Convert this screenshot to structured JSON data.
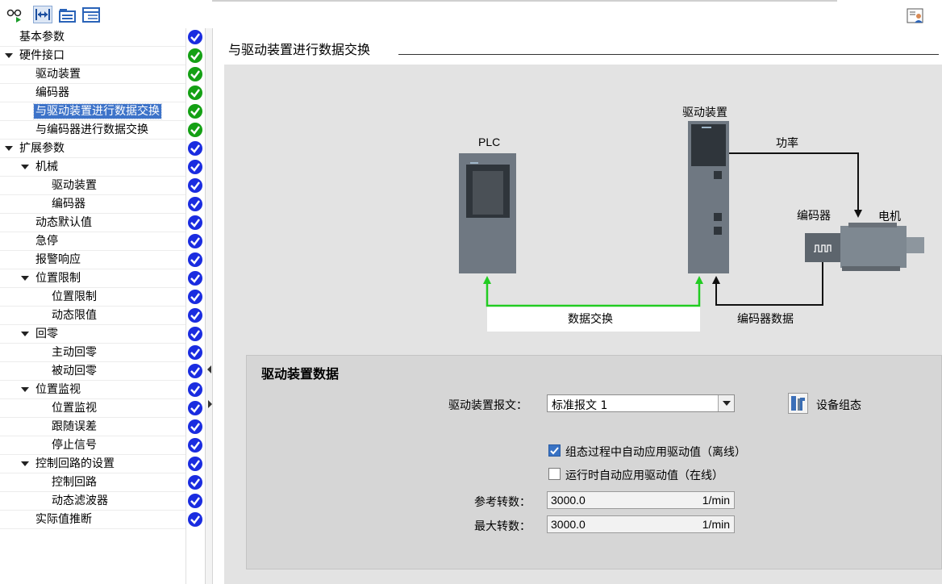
{
  "toolbar": {
    "buttons": [
      {
        "icon": "glasses-play-icon"
      },
      {
        "icon": "fit-width-icon",
        "active": true
      },
      {
        "icon": "folder-view-icon"
      },
      {
        "icon": "list-view-icon"
      }
    ],
    "right_icon": "user-settings-icon"
  },
  "tree": {
    "items": [
      {
        "label": "基本参数",
        "level": 0,
        "expandable": false,
        "status": "blue"
      },
      {
        "label": "硬件接口",
        "level": 0,
        "expandable": true,
        "status": "green"
      },
      {
        "label": "驱动装置",
        "level": 1,
        "expandable": false,
        "status": "green"
      },
      {
        "label": "编码器",
        "level": 1,
        "expandable": false,
        "status": "green"
      },
      {
        "label": "与驱动装置进行数据交换",
        "level": 1,
        "expandable": false,
        "status": "green",
        "selected": true
      },
      {
        "label": "与编码器进行数据交换",
        "level": 1,
        "expandable": false,
        "status": "green"
      },
      {
        "label": "扩展参数",
        "level": 0,
        "expandable": true,
        "status": "blue"
      },
      {
        "label": "机械",
        "level": 1,
        "expandable": true,
        "status": "blue"
      },
      {
        "label": "驱动装置",
        "level": 2,
        "expandable": false,
        "status": "blue"
      },
      {
        "label": "编码器",
        "level": 2,
        "expandable": false,
        "status": "blue"
      },
      {
        "label": "动态默认值",
        "level": 1,
        "expandable": false,
        "status": "blue"
      },
      {
        "label": "急停",
        "level": 1,
        "expandable": false,
        "status": "blue"
      },
      {
        "label": "报警响应",
        "level": 1,
        "expandable": false,
        "status": "blue"
      },
      {
        "label": "位置限制",
        "level": 1,
        "expandable": true,
        "status": "blue"
      },
      {
        "label": "位置限制",
        "level": 2,
        "expandable": false,
        "status": "blue"
      },
      {
        "label": "动态限值",
        "level": 2,
        "expandable": false,
        "status": "blue"
      },
      {
        "label": "回零",
        "level": 1,
        "expandable": true,
        "status": "blue"
      },
      {
        "label": "主动回零",
        "level": 2,
        "expandable": false,
        "status": "blue"
      },
      {
        "label": "被动回零",
        "level": 2,
        "expandable": false,
        "status": "blue"
      },
      {
        "label": "位置监视",
        "level": 1,
        "expandable": true,
        "status": "blue"
      },
      {
        "label": "位置监视",
        "level": 2,
        "expandable": false,
        "status": "blue"
      },
      {
        "label": "跟随误差",
        "level": 2,
        "expandable": false,
        "status": "blue"
      },
      {
        "label": "停止信号",
        "level": 2,
        "expandable": false,
        "status": "blue"
      },
      {
        "label": "控制回路的设置",
        "level": 1,
        "expandable": true,
        "status": "blue"
      },
      {
        "label": "控制回路",
        "level": 2,
        "expandable": false,
        "status": "blue"
      },
      {
        "label": "动态滤波器",
        "level": 2,
        "expandable": false,
        "status": "blue"
      },
      {
        "label": "实际值推断",
        "level": 1,
        "expandable": false,
        "status": "blue"
      }
    ]
  },
  "colors": {
    "status_green": "#14a014",
    "status_blue": "#1a2ce0",
    "link_green": "#22cc22",
    "selection": "#3d73c9"
  },
  "page": {
    "title": "与驱动装置进行数据交换"
  },
  "diagram": {
    "plc_label": "PLC",
    "drive_label": "驱动装置",
    "power_label": "功率",
    "encoder_label": "编码器",
    "motor_label": "电机",
    "data_exchange_label": "数据交换",
    "encoder_data_label": "编码器数据"
  },
  "panel": {
    "title": "驱动装置数据",
    "telegram_label": "驱动装置报文：",
    "telegram_value": "标准报文 1",
    "device_config_label": "设备组态",
    "auto_apply_offline": {
      "label": "组态过程中自动应用驱动值（离线）",
      "checked": true
    },
    "auto_apply_online": {
      "label": "运行时自动应用驱动值（在线）",
      "checked": false
    },
    "ref_speed_label": "参考转数：",
    "ref_speed_value": "3000.0",
    "ref_speed_unit": "1/min",
    "max_speed_label": "最大转数：",
    "max_speed_value": "3000.0",
    "max_speed_unit": "1/min"
  }
}
